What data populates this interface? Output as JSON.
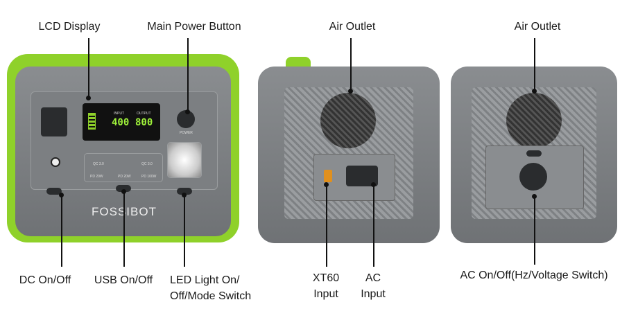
{
  "callouts": {
    "lcd_display": "LCD Display",
    "main_power_button": "Main Power Button",
    "air_outlet_back": "Air Outlet",
    "air_outlet_side": "Air Outlet",
    "dc_on_off": "DC On/Off",
    "usb_on_off": "USB On/Off",
    "led_line1": "LED Light On/",
    "led_line2": "Off/Mode Switch",
    "xt60_line1": "XT60",
    "xt60_line2": "Input",
    "ac_line1": "AC",
    "ac_line2": "Input",
    "ac_switch": "AC On/Off(Hz/Voltage Switch)"
  },
  "device": {
    "brand": "FOSSIBOT",
    "lcd": {
      "input_label": "INPUT",
      "input_value": "400",
      "output_label": "OUTPUT",
      "output_value": "800"
    },
    "power_label": "POWER",
    "usb_ports": [
      "QC 3.0",
      "QC 3.0",
      "PD 20W",
      "PD 20W",
      "PD 100W"
    ]
  },
  "colors": {
    "accent": "#8fd12a",
    "body": "#7a7d80"
  }
}
